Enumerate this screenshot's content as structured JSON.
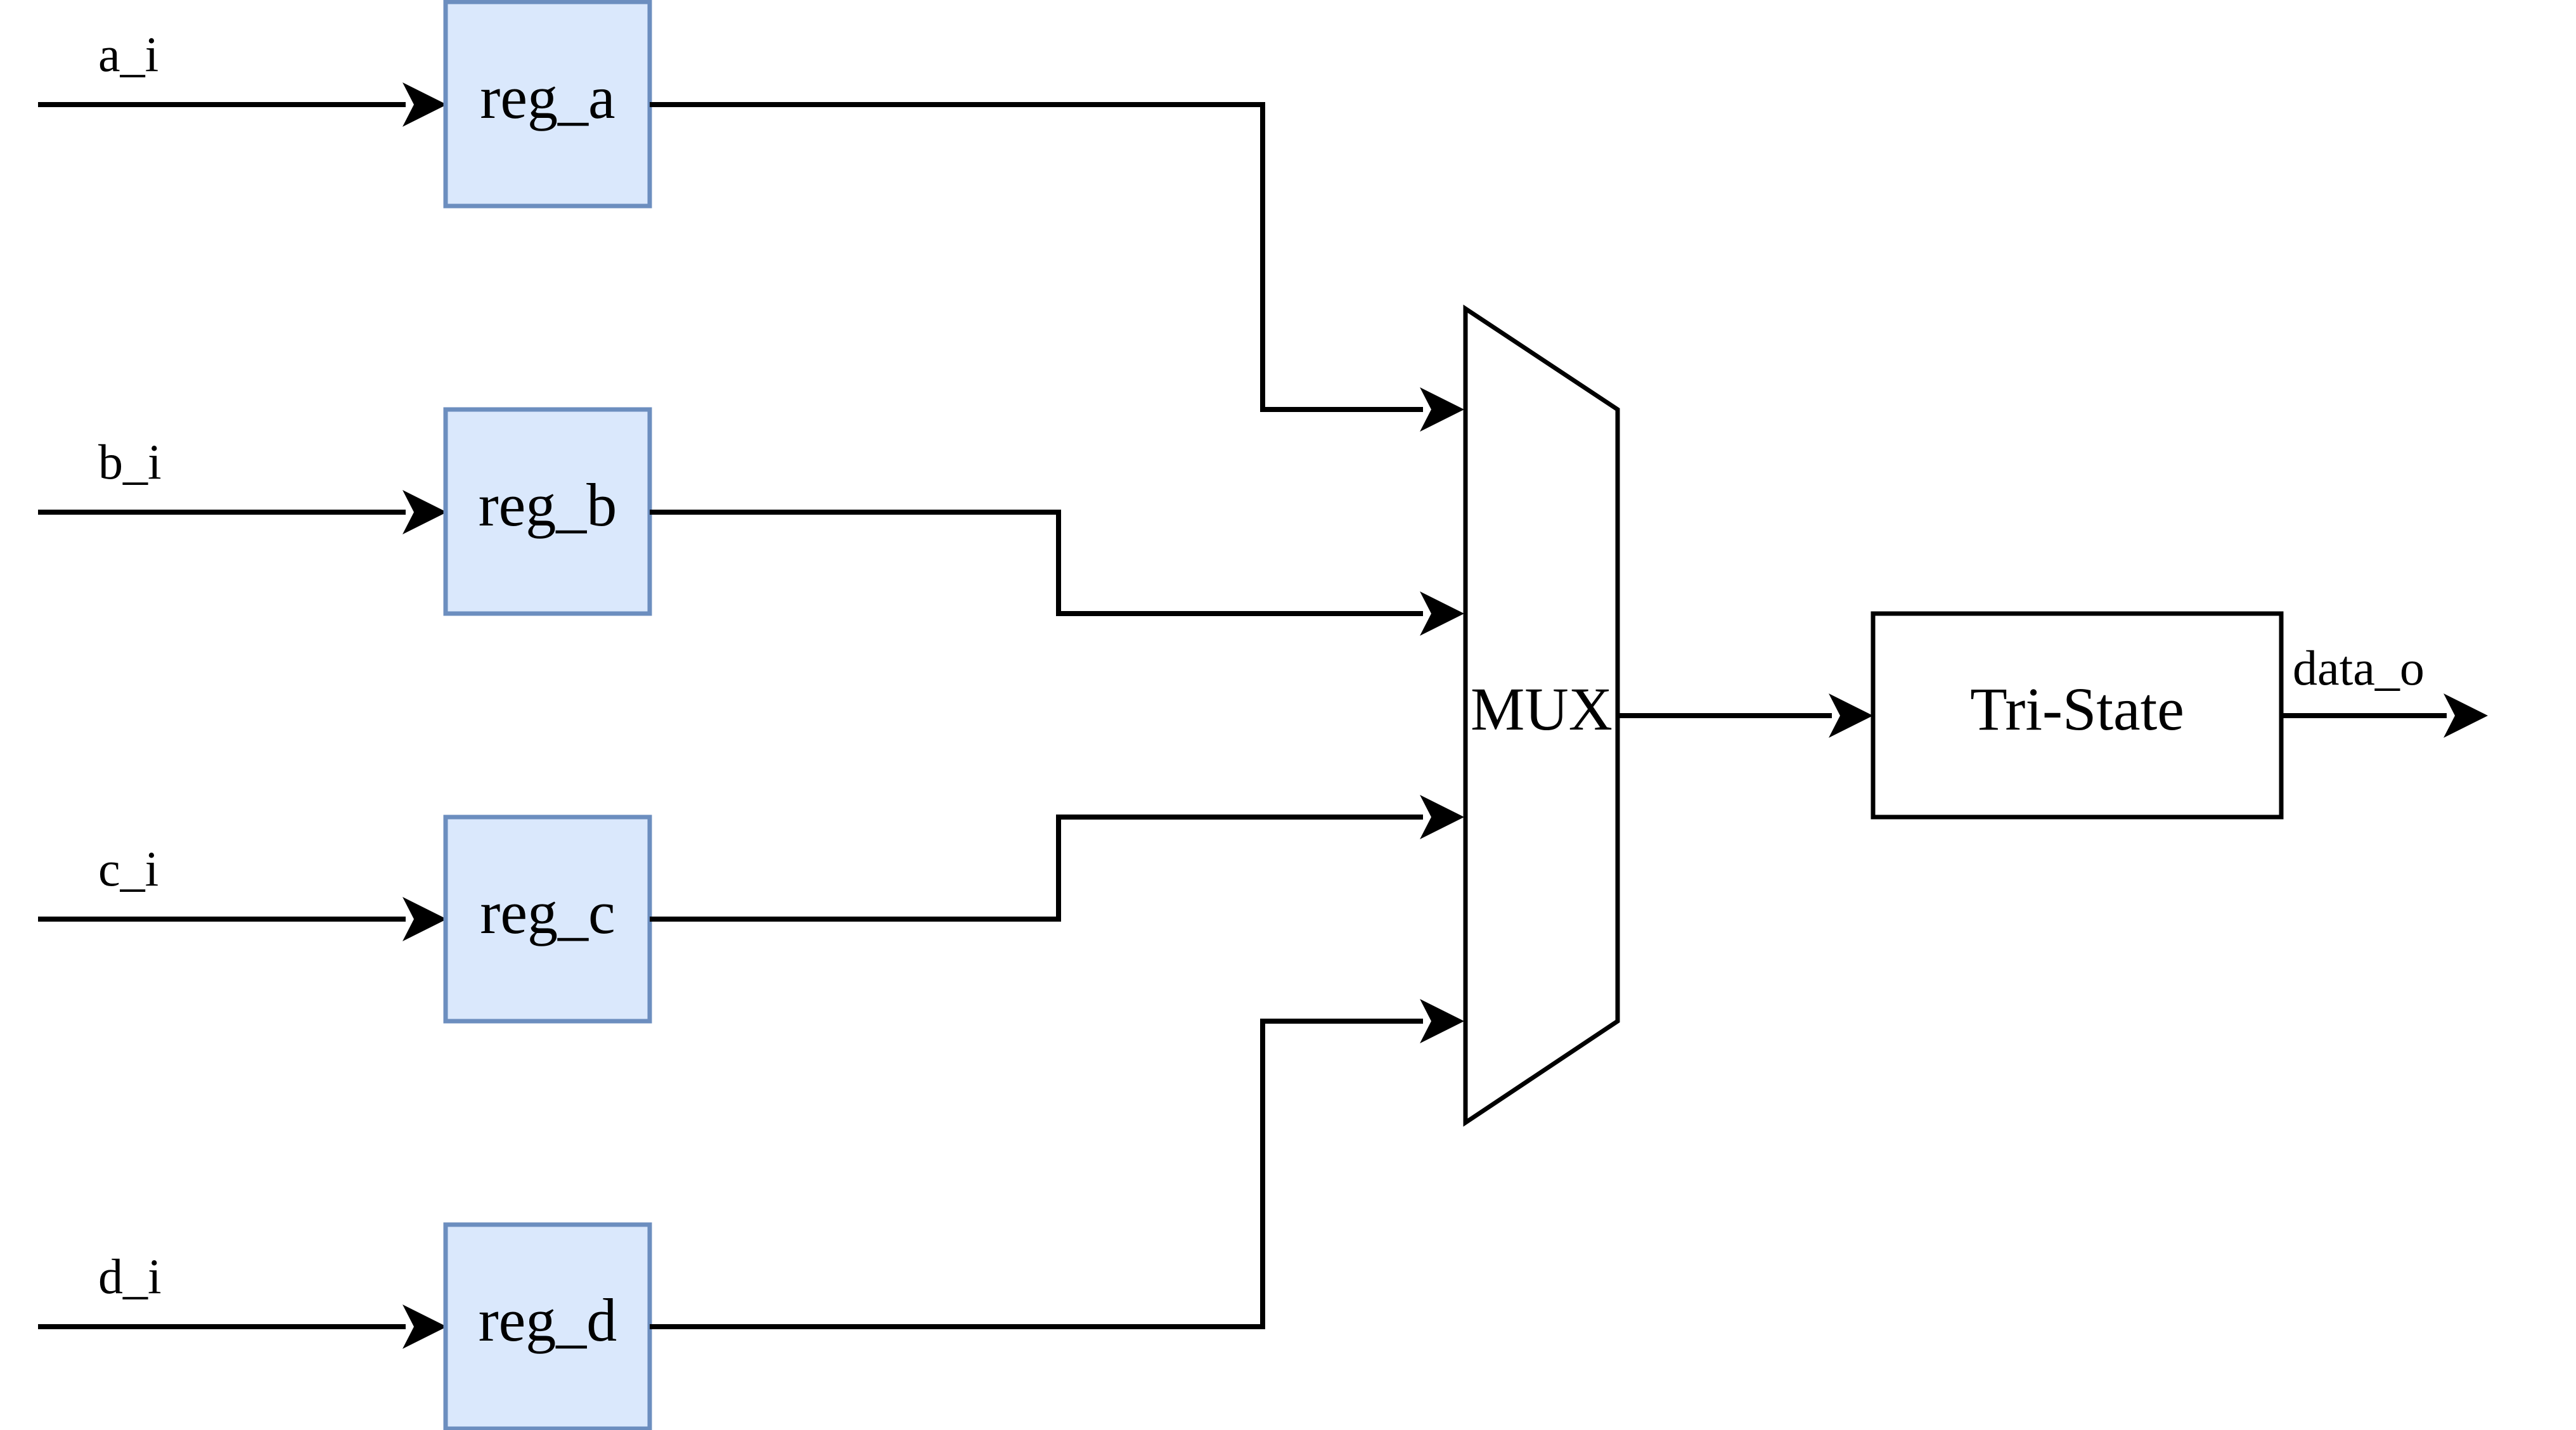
{
  "inputs": {
    "a": "a_i",
    "b": "b_i",
    "c": "c_i",
    "d": "d_i"
  },
  "registers": {
    "a": "reg_a",
    "b": "reg_b",
    "c": "reg_c",
    "d": "reg_d"
  },
  "mux": {
    "label": "MUX"
  },
  "tristate": {
    "label": "Tri-State"
  },
  "output": {
    "label": "data_o"
  },
  "colors": {
    "register_fill": "#dae8fc",
    "register_border": "#6c8ebf",
    "line": "#000000"
  }
}
